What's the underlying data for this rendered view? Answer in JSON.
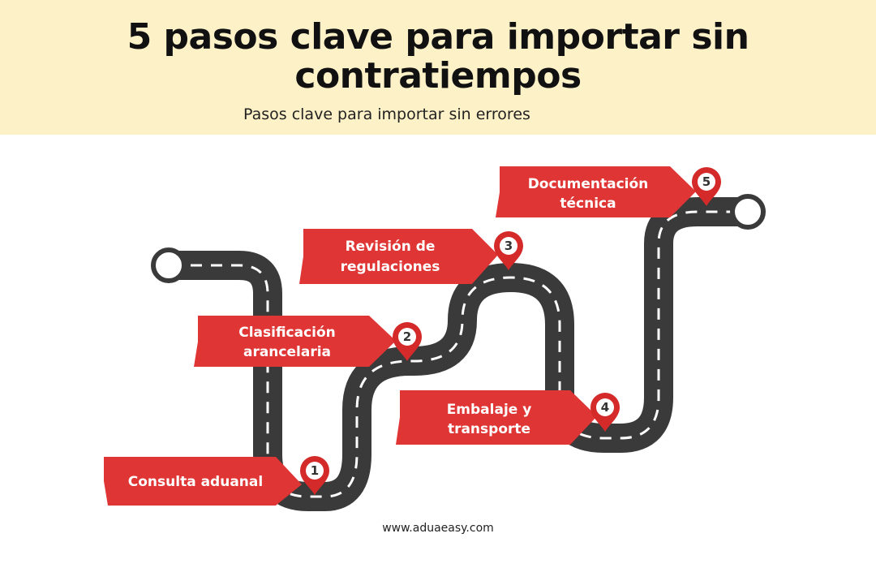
{
  "header": {
    "title_line1": "5 pasos clave para importar sin",
    "title_line2": "contratiempos",
    "subtitle": "Pasos clave para importar sin errores"
  },
  "steps": [
    {
      "number": "1",
      "label_lines": [
        "Consulta aduanal"
      ]
    },
    {
      "number": "2",
      "label_lines": [
        "Clasificación",
        "arancelaria"
      ]
    },
    {
      "number": "3",
      "label_lines": [
        "Revisión de",
        "regulaciones"
      ]
    },
    {
      "number": "4",
      "label_lines": [
        "Embalaje y",
        "transporte"
      ]
    },
    {
      "number": "5",
      "label_lines": [
        "Documentación",
        "técnica"
      ]
    }
  ],
  "colors": {
    "header_bg": "#fdf1c7",
    "road": "#3a3a3a",
    "road_dash": "#ffffff",
    "banner": "#e03535",
    "pin": "#d42a2a"
  },
  "icons": {
    "pin": "map-pin-icon",
    "road_end": "road-end-circle-icon"
  },
  "footer": {
    "website": "www.aduaeasy.com"
  }
}
